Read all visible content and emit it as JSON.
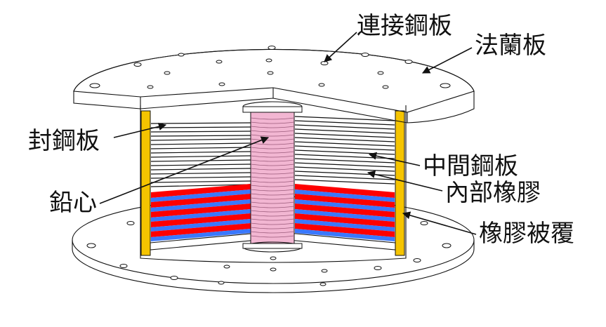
{
  "labels": {
    "connect_plate": "連接鋼板",
    "flange_plate": "法蘭板",
    "sealing_plate": "封鋼板",
    "lead_core": "鉛心",
    "inner_steel": "中間鋼板",
    "inner_rubber": "內部橡膠",
    "rubber_cover": "橡膠被覆"
  },
  "colors": {
    "cover_yellow": "#f5c400",
    "rubber_red": "#ff0000",
    "steel_blue": "#3a78ff",
    "lead_pink": "#f2b6d2",
    "outline": "#111111",
    "background": "#ffffff"
  }
}
